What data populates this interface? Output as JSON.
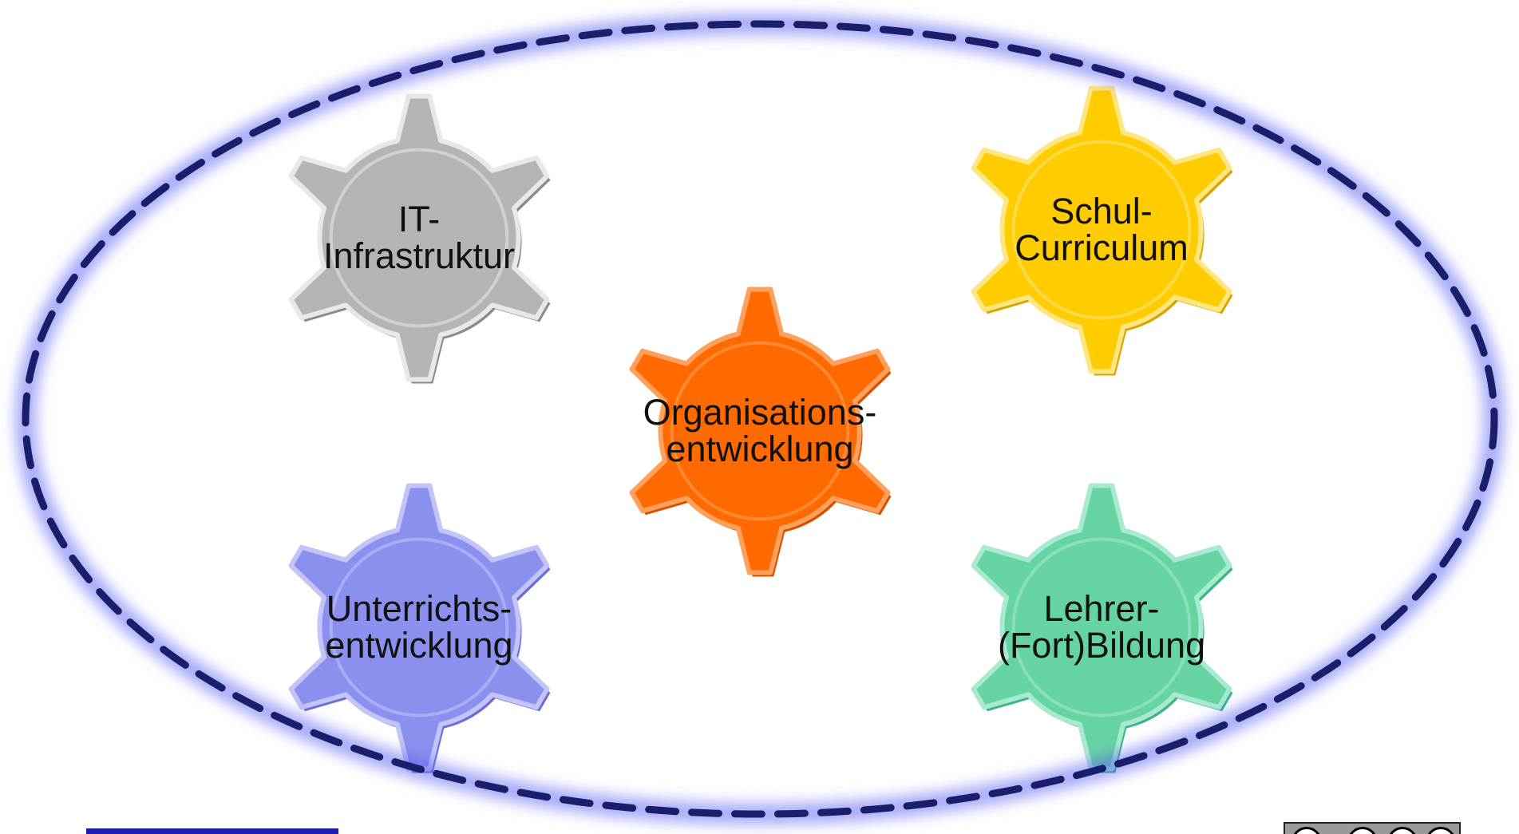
{
  "diagram": {
    "gears": [
      {
        "id": "it-infrastruktur",
        "lines": [
          "IT-",
          "Infrastruktur"
        ],
        "color": "#b4b4b4",
        "highlight": "#e8e8e8",
        "shade": "#8a8a8a"
      },
      {
        "id": "schul-curriculum",
        "lines": [
          "Schul-",
          "Curriculum"
        ],
        "color": "#ffcc00",
        "highlight": "#ffe680",
        "shade": "#d9a400"
      },
      {
        "id": "organisationsentwicklung",
        "lines": [
          "Organisations-",
          "entwicklung"
        ],
        "color": "#ff6a00",
        "highlight": "#ffa15c",
        "shade": "#d94f00"
      },
      {
        "id": "unterrichtsentwicklung",
        "lines": [
          "Unterrichts-",
          "entwicklung"
        ],
        "color": "#8b8fee",
        "highlight": "#c3c5f8",
        "shade": "#6a6ed8"
      },
      {
        "id": "lehrer-fortbildung",
        "lines": [
          "Lehrer-",
          "(Fort)Bildung"
        ],
        "color": "#66d3a3",
        "highlight": "#a8ead0",
        "shade": "#3fb586"
      }
    ],
    "boundary": {
      "stroke_color": "#1a1f6b",
      "glow_color": "#5a5cf0",
      "style": "dashed"
    }
  },
  "footer": {
    "bar_color": "#1c1cb4",
    "license_badge_icon": "creative-commons-icon"
  }
}
